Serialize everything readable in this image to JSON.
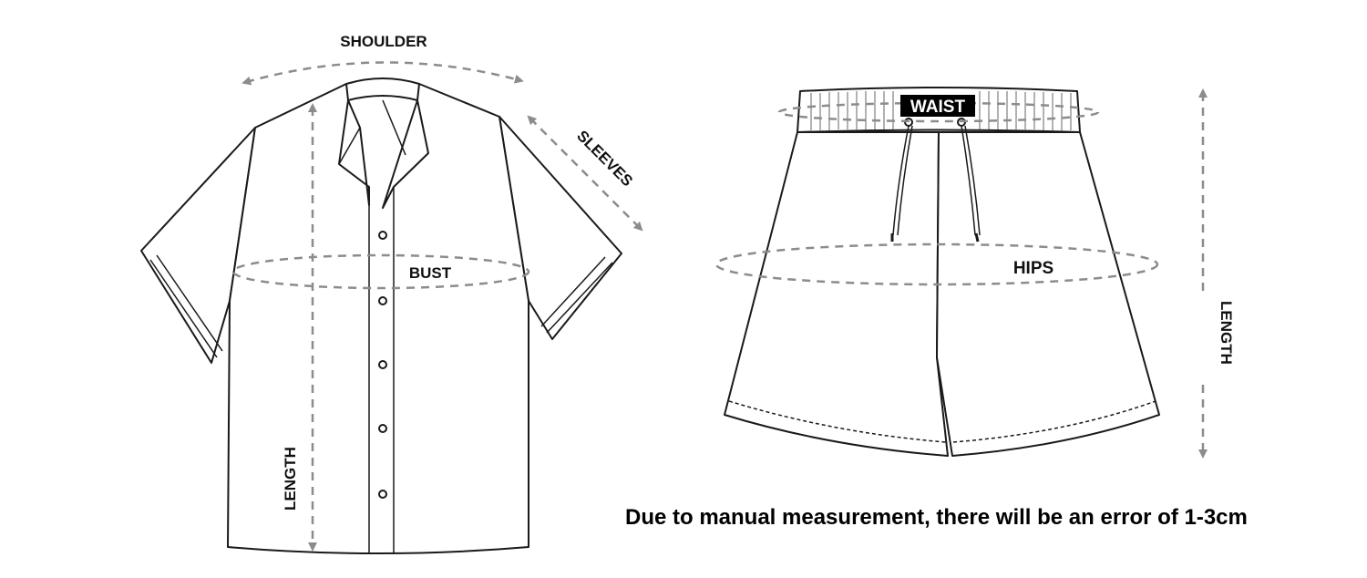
{
  "shirt": {
    "labels": {
      "shoulder": "SHOULDER",
      "sleeves": "SLEEVES",
      "bust": "BUST",
      "length": "LENGTH"
    }
  },
  "shorts": {
    "labels": {
      "waist": "WAIST",
      "hips": "HIPS",
      "length": "LENGTH"
    }
  },
  "note": "Due to manual measurement, there will be an error of 1-3cm",
  "colors": {
    "outline": "#1a1a1a",
    "measure_line": "#8c8c8c",
    "label_text": "#111111",
    "waist_badge": "#000000"
  }
}
